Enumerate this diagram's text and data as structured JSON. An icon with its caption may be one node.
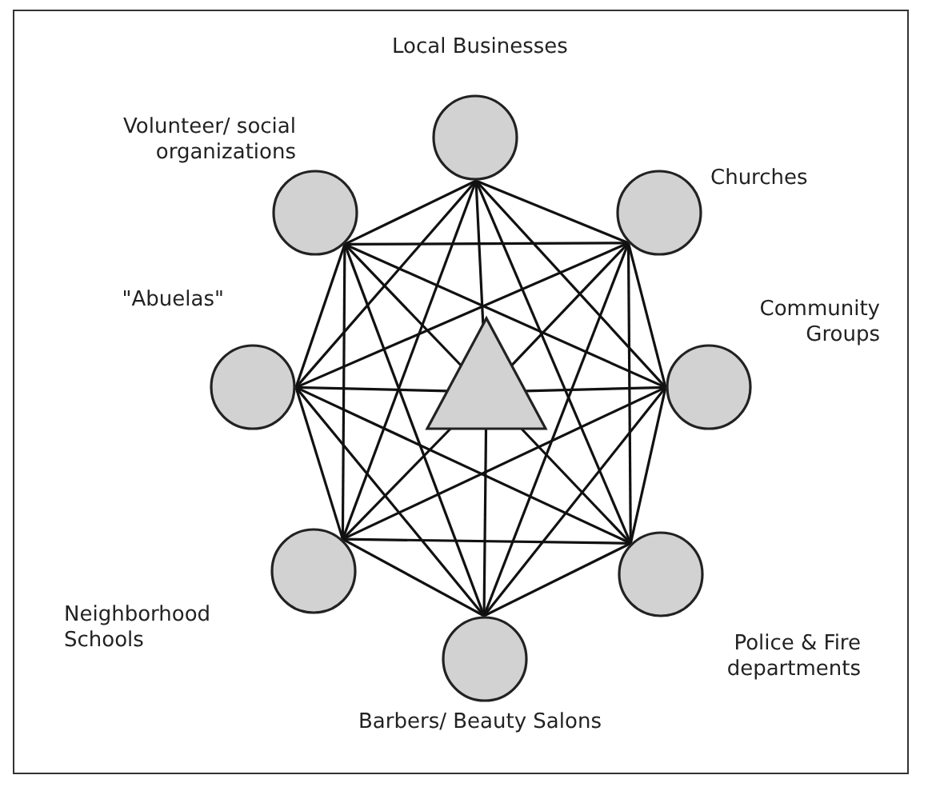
{
  "diagram": {
    "nodes": [
      {
        "text": [],
        "shape": "circle",
        "beside": [
          "Local Businesses"
        ]
      },
      {
        "text": [],
        "shape": "circle",
        "beside": [
          "Volunteer/ social organizations"
        ]
      },
      {
        "text": [],
        "shape": "circle",
        "beside": [
          "Churches"
        ]
      },
      {
        "text": [],
        "shape": "circle",
        "beside": [
          "\"Abuelas\""
        ]
      },
      {
        "text": [],
        "shape": "circle",
        "beside": [
          "Community Groups"
        ]
      },
      {
        "text": [],
        "shape": "triangle"
      },
      {
        "text": [],
        "shape": "circle",
        "beside": [
          "Neighborhood Schools"
        ]
      },
      {
        "text": [],
        "shape": "circle",
        "beside": [
          "Police & Fire departments"
        ]
      },
      {
        "text": [],
        "shape": "circle",
        "beside": [
          "Barbers/ Beauty Salons"
        ]
      }
    ],
    "edges": [
      {
        "from": 0,
        "to": 2,
        "arrow": "none"
      },
      {
        "from": 2,
        "to": 4,
        "arrow": "none"
      },
      {
        "from": 4,
        "to": 7,
        "arrow": "none"
      },
      {
        "from": 7,
        "to": 8,
        "arrow": "none"
      },
      {
        "from": 8,
        "to": 6,
        "arrow": "none"
      },
      {
        "from": 6,
        "to": 3,
        "arrow": "none"
      },
      {
        "from": 3,
        "to": 1,
        "arrow": "none"
      },
      {
        "from": 1,
        "to": 0,
        "arrow": "none"
      },
      {
        "from": 0,
        "to": 3,
        "arrow": "none"
      },
      {
        "from": 0,
        "to": 4,
        "arrow": "none"
      },
      {
        "from": 0,
        "to": 6,
        "arrow": "none"
      },
      {
        "from": 0,
        "to": 7,
        "arrow": "none"
      },
      {
        "from": 1,
        "to": 2,
        "arrow": "none"
      },
      {
        "from": 1,
        "to": 4,
        "arrow": "none"
      },
      {
        "from": 1,
        "to": 6,
        "arrow": "none"
      },
      {
        "from": 1,
        "to": 8,
        "arrow": "none"
      },
      {
        "from": 2,
        "to": 3,
        "arrow": "none"
      },
      {
        "from": 2,
        "to": 7,
        "arrow": "none"
      },
      {
        "from": 2,
        "to": 8,
        "arrow": "none"
      },
      {
        "from": 3,
        "to": 7,
        "arrow": "none"
      },
      {
        "from": 3,
        "to": 8,
        "arrow": "none"
      },
      {
        "from": 4,
        "to": 6,
        "arrow": "none"
      },
      {
        "from": 4,
        "to": 8,
        "arrow": "none"
      },
      {
        "from": 6,
        "to": 7,
        "arrow": "none"
      },
      {
        "from": 0,
        "to": 5,
        "arrow": "none"
      },
      {
        "from": 1,
        "to": 5,
        "arrow": "none"
      },
      {
        "from": 2,
        "to": 5,
        "arrow": "none"
      },
      {
        "from": 3,
        "to": 5,
        "arrow": "none"
      },
      {
        "from": 4,
        "to": 5,
        "arrow": "none"
      },
      {
        "from": 6,
        "to": 5,
        "arrow": "none"
      },
      {
        "from": 7,
        "to": 5,
        "arrow": "none"
      },
      {
        "from": 8,
        "to": 5,
        "arrow": "none"
      }
    ]
  }
}
